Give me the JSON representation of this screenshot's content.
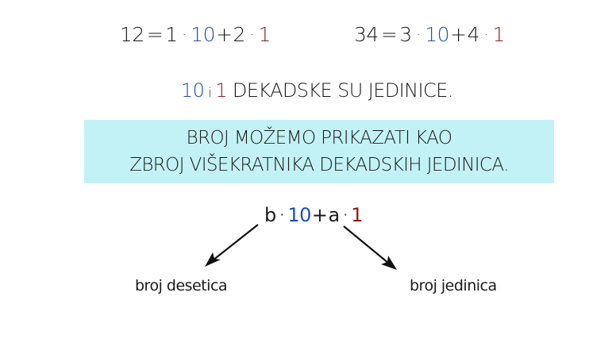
{
  "equations": [
    {
      "lhs": "12",
      "equals": "=",
      "tens_coef": "1",
      "tens_unit": "10",
      "plus": "+",
      "ones_coef": "2",
      "ones_unit": "1",
      "dot": "·"
    },
    {
      "lhs": "34",
      "equals": "=",
      "tens_coef": "3",
      "tens_unit": "10",
      "plus": "+",
      "ones_coef": "4",
      "ones_unit": "1",
      "dot": "·"
    }
  ],
  "statement": {
    "ten": "10",
    "conj": "i",
    "one": "1",
    "text": "DEKADSKE SU JEDINICE."
  },
  "highlight_box": {
    "line1": "BROJ MOŽEMO PRIKAZATI KAO",
    "line2": "ZBROJ VIŠEKRATNIKA DEKADSKIH JEDINICA.",
    "background": "#c3f2f6"
  },
  "general_formula": {
    "tens_var": "b",
    "dot": "·",
    "tens_unit": "10",
    "plus": "+",
    "ones_var": "a",
    "ones_unit": "1"
  },
  "labels": {
    "left": "broj desetica",
    "right": "broj jedinica"
  },
  "colors": {
    "tens_blue": "#1f4fb5",
    "ones_red": "#8f1a1a",
    "text": "#1a1a1a"
  }
}
